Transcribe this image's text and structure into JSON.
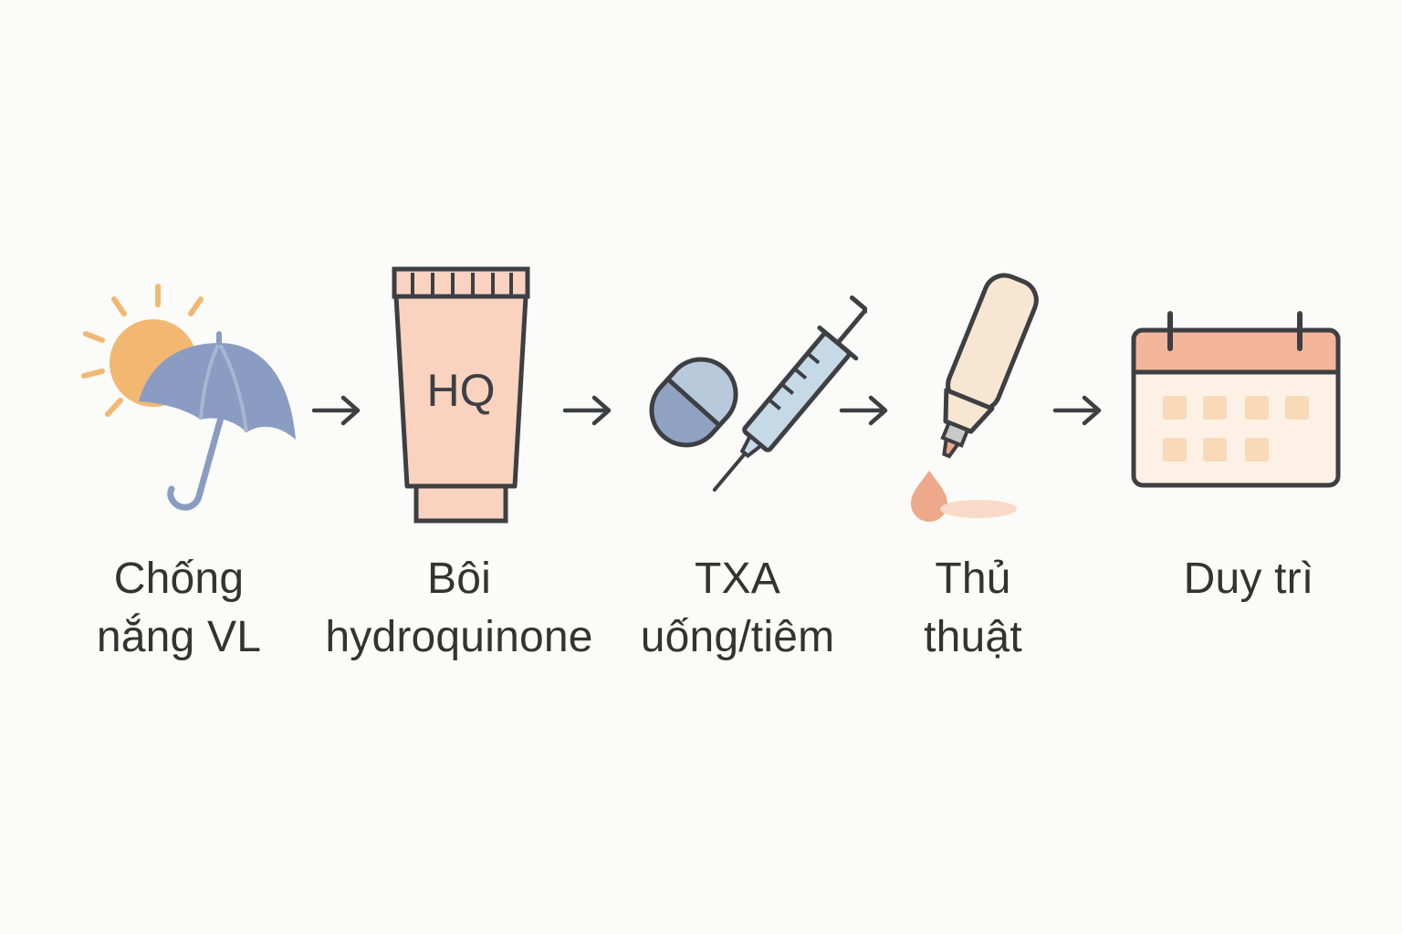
{
  "diagram": {
    "steps": [
      {
        "icon": "sun-umbrella-icon",
        "label_lines": [
          "Chống",
          "nắng VL"
        ]
      },
      {
        "icon": "cream-tube-icon",
        "tube_text": "HQ",
        "label_lines": [
          "Bôi",
          "hydroquinone"
        ]
      },
      {
        "icon": "pill-syringe-icon",
        "label_lines": [
          "TXA",
          "uống/tiêm"
        ]
      },
      {
        "icon": "applicator-drop-icon",
        "label_lines": [
          "Thủ",
          "thuật"
        ]
      },
      {
        "icon": "calendar-icon",
        "label_lines": [
          "Duy trì"
        ]
      }
    ],
    "arrows": [
      "arrow-right-icon",
      "arrow-right-icon",
      "arrow-right-icon",
      "arrow-right-icon"
    ]
  },
  "colors": {
    "outline": "#3d3f43",
    "sun": "#f2b872",
    "umbrella": "#8a9cc2",
    "tube": "#f9d3c0",
    "pill_top": "#b7c9da",
    "pill_bottom": "#8fa2c2",
    "syringe": "#c5d9e6",
    "applicator": "#f7e6d2",
    "drop": "#eda98a",
    "calendar_header": "#f4b69b",
    "calendar_body": "#fdf1e6",
    "calendar_cell": "#f8d9b8"
  }
}
